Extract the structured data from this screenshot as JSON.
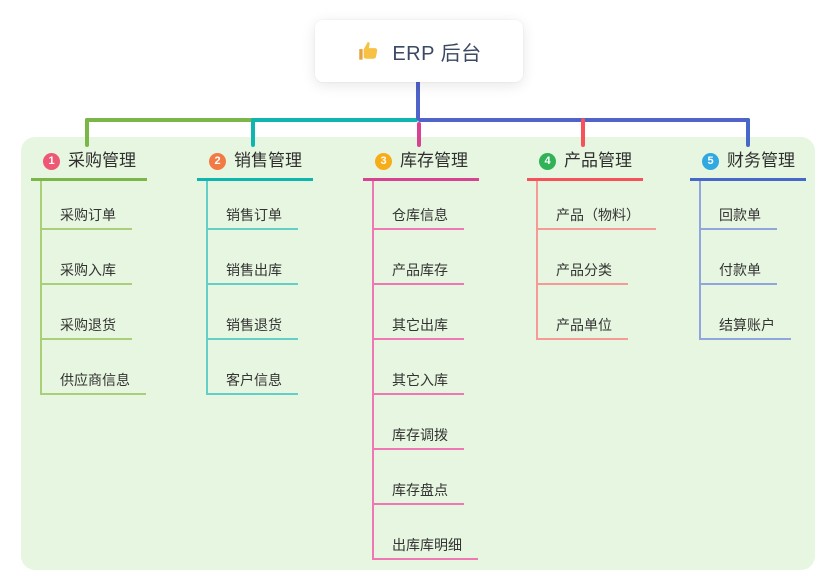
{
  "root": {
    "title": "ERP 后台",
    "icon": "thumbs-up-icon"
  },
  "branches": [
    {
      "index": "1",
      "title": "采购管理",
      "badge_color": "#ef5874",
      "line_color": "#7ab648",
      "child_line_color": "#a9d078",
      "children": [
        "采购订单",
        "采购入库",
        "采购退货",
        "供应商信息"
      ]
    },
    {
      "index": "2",
      "title": "销售管理",
      "badge_color": "#f27a45",
      "line_color": "#0fb6b0",
      "child_line_color": "#63cfc6",
      "children": [
        "销售订单",
        "销售出库",
        "销售退货",
        "客户信息"
      ]
    },
    {
      "index": "3",
      "title": "库存管理",
      "badge_color": "#f7ad19",
      "line_color": "#d84292",
      "child_line_color": "#ef77b3",
      "children": [
        "仓库信息",
        "产品库存",
        "其它出库",
        "其它入库",
        "库存调拨",
        "库存盘点",
        "出库库明细"
      ]
    },
    {
      "index": "4",
      "title": "产品管理",
      "badge_color": "#31b257",
      "line_color": "#f7525c",
      "child_line_color": "#f59a96",
      "children": [
        "产品（物料）",
        "产品分类",
        "产品单位"
      ]
    },
    {
      "index": "5",
      "title": "财务管理",
      "badge_color": "#30a8e0",
      "line_color": "#4668c9",
      "child_line_color": "#90a6dc",
      "children": [
        "回款单",
        "付款单",
        "结算账户"
      ]
    }
  ],
  "colors": {
    "canvas_bg": "#ffffff",
    "panel_bg": "#e7f6e0",
    "stem": "#4f63c9",
    "thumb_yellow": "#f7c244",
    "thumb_dark_yellow": "#e8a33d"
  }
}
